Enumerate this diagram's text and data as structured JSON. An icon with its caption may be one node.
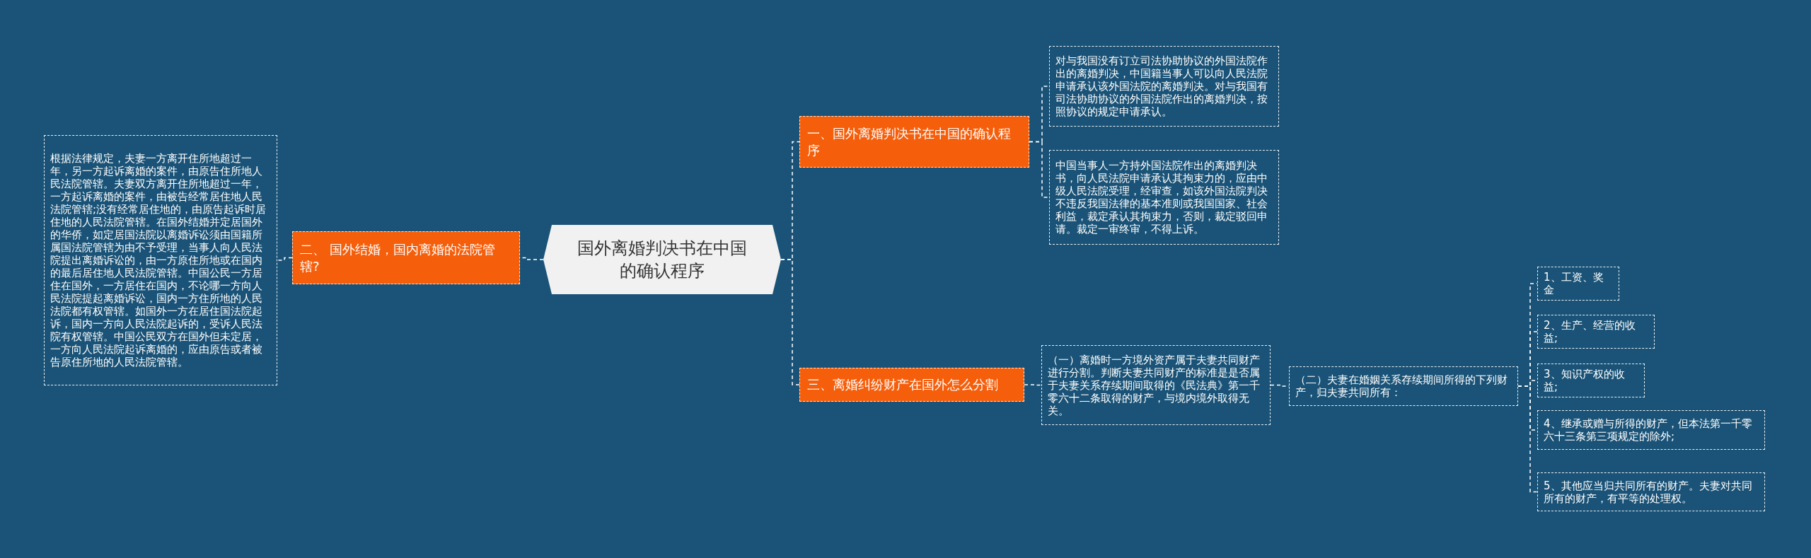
{
  "diagram": {
    "nodes": [
      {
        "text": [
          "国外离婚判决书在中国的确认程序"
        ]
      },
      {
        "text": [
          "一、国外离婚判决书在中国的确认程序"
        ]
      },
      {
        "text": [
          "对与我国没有订立司法协助协议的外国法院作出的离婚判决，中国籍当事人可以向人民法院申请承认该外国法院的离婚判决。对与我国有司法协助协议的外国法院作出的离婚判决，按照协议的规定申请承认。"
        ]
      },
      {
        "text": [
          "中国当事人一方持外国法院作出的离婚判决书，向人民法院申请承认其拘束力的，应由中级人民法院受理，经审查，如该外国法院判决不违反我国法律的基本准则或我国国家、社会利益，裁定承认其拘束力，否则，裁定驳回申请。裁定一审终审，不得上诉。"
        ]
      },
      {
        "text": [
          "二、 国外结婚，国内离婚的法院管辖?"
        ]
      },
      {
        "text": [
          "根据法律规定，夫妻一方离开住所地超过一年，另一方起诉离婚的案件，由原告住所地人民法院管辖。夫妻双方离开住所地超过一年，一方起诉离婚的案件，由被告经常居住地人民法院管辖;没有经常居住地的，由原告起诉时居住地的人民法院管辖。在国外结婚并定居国外的华侨，如定居国法院以离婚诉讼须由国籍所属国法院管辖为由不予受理，当事人向人民法院提出离婚诉讼的，由一方原住所地或在国内的最后居住地人民法院管辖。中国公民一方居住在国外，一方居住在国内，不论哪一方向人民法院提起离婚诉讼，国内一方住所地的人民法院都有权管辖。如国外一方在居住国法院起诉，国内一方向人民法院起诉的，受诉人民法院有权管辖。中国公民双方在国外但未定居，一方向人民法院起诉离婚的，应由原告或者被告原住所地的人民法院管辖。"
        ]
      },
      {
        "text": [
          "三、离婚纠纷财产在国外怎么分割"
        ]
      },
      {
        "text": [
          "（一）离婚时一方境外资产属于夫妻共同财产进行分割。判断夫妻共同财产的标准是是否属于夫妻关系存续期间取得的《民法典》第一千零六十二条取得的财产，与境内境外取得无关。"
        ]
      },
      {
        "text": [
          "（二）夫妻在婚姻关系存续期间所得的下列财产，归夫妻共同所有："
        ]
      },
      {
        "text": [
          "1、工资、奖金"
        ]
      },
      {
        "text": [
          "2、生产、经营的收益;"
        ]
      },
      {
        "text": [
          "3、知识产权的收益;"
        ]
      },
      {
        "text": [
          "4、继承或赠与所得的财产，但本法第一千零六十三条第三项规定的除外;"
        ]
      },
      {
        "text": [
          "5、其他应当归共同所有的财产。夫妻对共同所有的财产，有平等的处理权。"
        ]
      }
    ],
    "edges": [
      {
        "from": 0,
        "to": 1,
        "arrow": "none",
        "style": "dashed"
      },
      {
        "from": 1,
        "to": 2,
        "arrow": "none",
        "style": "dashed"
      },
      {
        "from": 1,
        "to": 3,
        "arrow": "none",
        "style": "dashed"
      },
      {
        "from": 0,
        "to": 4,
        "arrow": "none",
        "style": "dashed"
      },
      {
        "from": 4,
        "to": 5,
        "arrow": "none",
        "style": "dashed"
      },
      {
        "from": 0,
        "to": 6,
        "arrow": "none",
        "style": "dashed"
      },
      {
        "from": 6,
        "to": 7,
        "arrow": "none",
        "style": "dashed"
      },
      {
        "from": 7,
        "to": 8,
        "arrow": "none",
        "style": "dashed"
      },
      {
        "from": 8,
        "to": 9,
        "arrow": "none",
        "style": "dashed"
      },
      {
        "from": 8,
        "to": 10,
        "arrow": "none",
        "style": "dashed"
      },
      {
        "from": 8,
        "to": 11,
        "arrow": "none",
        "style": "dashed"
      },
      {
        "from": 8,
        "to": 12,
        "arrow": "none",
        "style": "dashed"
      },
      {
        "from": 8,
        "to": 13,
        "arrow": "none",
        "style": "dashed"
      }
    ]
  }
}
